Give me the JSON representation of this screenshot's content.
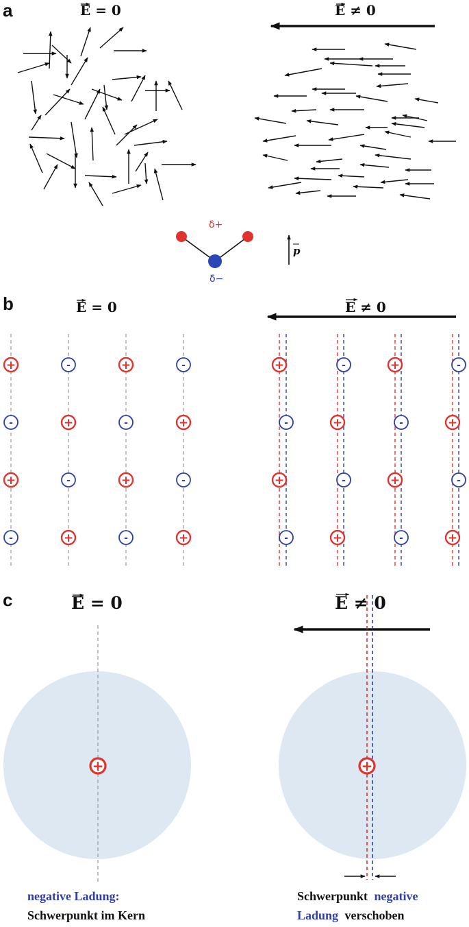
{
  "panels": {
    "a": {
      "letter": "a",
      "left_title": "E = 0",
      "right_title": "E ≠ 0",
      "molecule": {
        "delta_plus": "δ+",
        "delta_minus": "δ−",
        "dipole_label": "p"
      }
    },
    "b": {
      "letter": "b",
      "left_title": "E = 0",
      "right_title": "E ≠ 0",
      "plus_symbol": "+",
      "minus_symbol": "-"
    },
    "c": {
      "letter": "c",
      "left_title": "E = 0",
      "right_title": "E ≠ 0",
      "nucleus_symbol": "+",
      "left_caption": {
        "line1": "negative Ladung:",
        "line2": "Schwerpunkt im Kern"
      },
      "right_caption": {
        "line1_black": "Schwerpunkt",
        "line1_blue": "negative",
        "line2_blue": "Ladung",
        "line2_black": "verschoben"
      }
    }
  },
  "colors": {
    "positive": "#e0332d",
    "negative": "#2f3fa6",
    "electron_cloud": "#dde8f2",
    "ink": "#111111",
    "guide_gray": "#9a9a9a"
  }
}
